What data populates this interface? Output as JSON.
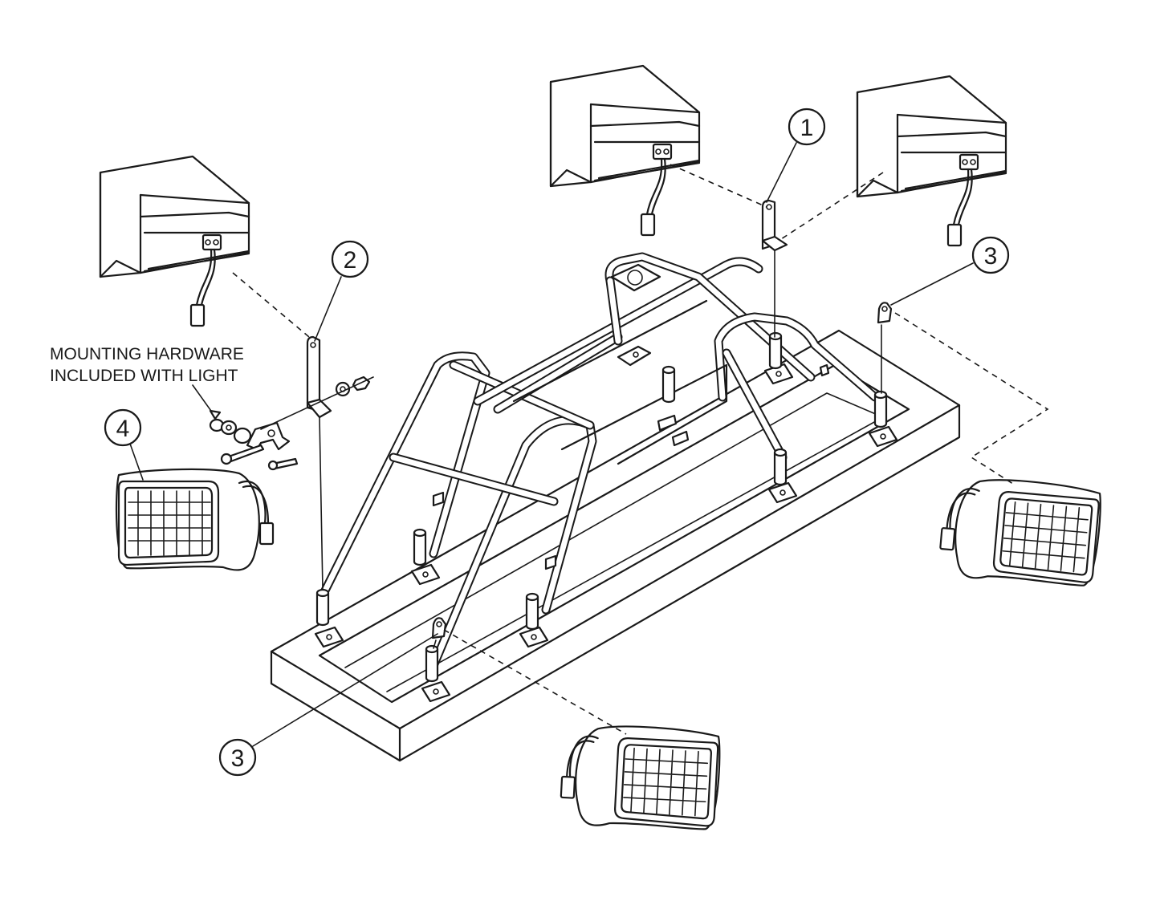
{
  "callouts": [
    {
      "id": "1",
      "label": "1"
    },
    {
      "id": "2",
      "label": "2"
    },
    {
      "id": "3a",
      "label": "3"
    },
    {
      "id": "3b",
      "label": "3"
    },
    {
      "id": "4",
      "label": "4"
    }
  ],
  "note": {
    "line1": "MOUNTING HARDWARE",
    "line2": "INCLUDED WITH LIGHT"
  }
}
